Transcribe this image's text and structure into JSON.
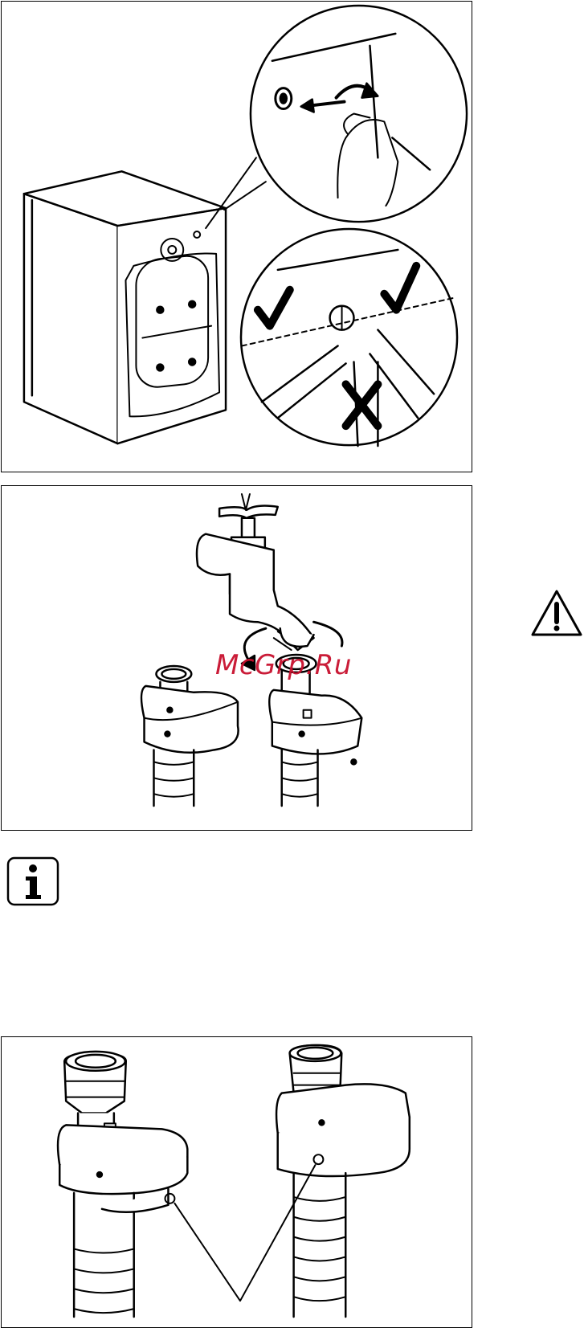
{
  "figures": [
    {
      "name": "installation-washing-machine-inlet-hose"
    },
    {
      "name": "tap-connection"
    },
    {
      "name": "hose-safety-valve"
    }
  ],
  "watermark": {
    "text": "McGrp.Ru",
    "color": "#c8102e"
  },
  "icons": {
    "info": "info-icon",
    "warning": "warning-icon"
  }
}
